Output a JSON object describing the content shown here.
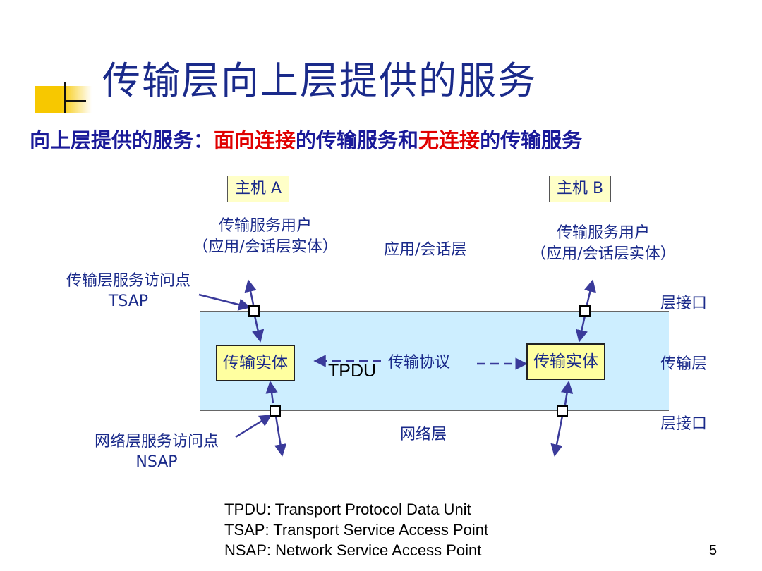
{
  "slide": {
    "title": "传输层向上层提供的服务",
    "subtitle": {
      "prefix": "向上层提供的服务：",
      "connection_oriented": "面向连接",
      "middle": "的传输服务和",
      "connectionless": "无连接",
      "suffix": "的传输服务"
    },
    "page_number": "5"
  },
  "diagram": {
    "host_a": "主机 A",
    "host_b": "主机 B",
    "user_a_line1": "传输服务用户",
    "user_a_line2": "（应用/会话层实体）",
    "app_layer": "应用/会话层",
    "user_b_line1": "传输服务用户",
    "user_b_line2": "（应用/会话层实体）",
    "tsap_line1": "传输层服务访问点",
    "tsap_line2": "TSAP",
    "layer_interface_top": "层接口",
    "entity_a": "传输实体",
    "protocol": "传输协议",
    "entity_b": "传输实体",
    "transport_layer": "传输层",
    "tpdu": "TPDU",
    "layer_interface_bottom": "层接口",
    "network_layer": "网络层",
    "nsap_line1": "网络层服务访问点",
    "nsap_line2": "NSAP"
  },
  "legend": [
    "TPDU: Transport Protocol Data Unit",
    "TSAP: Transport Service Access Point",
    "NSAP: Network Service Access Point"
  ],
  "colors": {
    "title": "#1a2a8a",
    "highlight": "#e00000",
    "transport_band": "#cdeeff",
    "entity_fill": "#ffffa0",
    "arrow": "#3a3a9a"
  }
}
